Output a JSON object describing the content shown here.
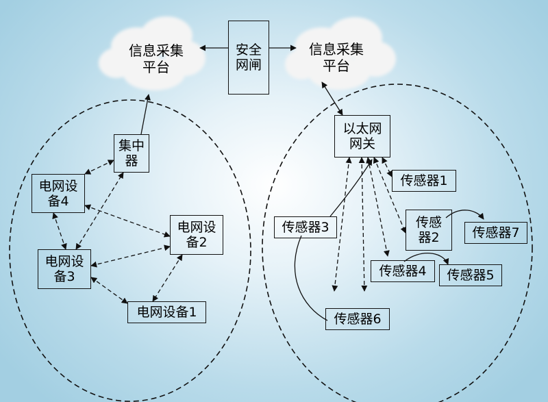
{
  "platform_left": "信息采集\n平台",
  "platform_right": "信息采集\n平台",
  "gateway": "安全\n网闸",
  "concentrator": "集中\n器",
  "grid_device_1": "电网设备1",
  "grid_device_2": "电网设\n备2",
  "grid_device_3": "电网设\n备3",
  "grid_device_4": "电网设\n备4",
  "ethernet_gateway": "以太网\n网关",
  "sensor_1": "传感器1",
  "sensor_2": "传感\n器2",
  "sensor_3": "传感器3",
  "sensor_4": "传感器4",
  "sensor_5": "传感器5",
  "sensor_6": "传感器6",
  "sensor_7": "传感器7"
}
